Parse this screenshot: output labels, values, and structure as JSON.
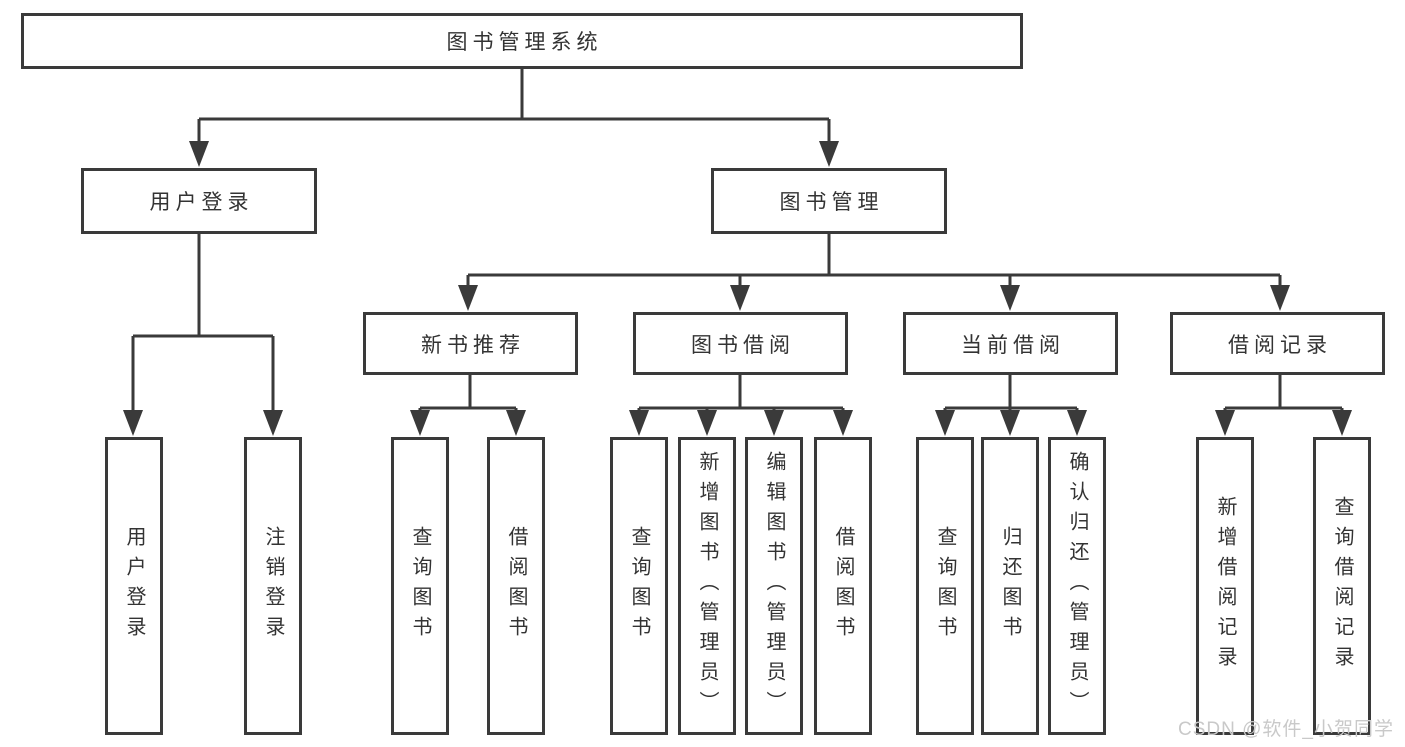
{
  "diagram": {
    "title": "图书管理系统",
    "nodes": {
      "root": "图书管理系统",
      "user_login": "用户登录",
      "book_management": "图书管理",
      "modules": [
        "新书推荐",
        "图书借阅",
        "当前借阅",
        "借阅记录"
      ]
    },
    "leaves": {
      "user": [
        "用户登录",
        "注销登录"
      ],
      "recommend": [
        "查询图书",
        "借阅图书"
      ],
      "borrow": [
        "查询图书",
        "新增图书（管理员）",
        "编辑图书（管理员）",
        "借阅图书"
      ],
      "current": [
        "查询图书",
        "归还图书",
        "确认归还（管理员）"
      ],
      "record": [
        "新增借阅记录",
        "查询借阅记录"
      ]
    },
    "colors": {
      "line": "#3a3a3a",
      "text": "#333333",
      "background": "#ffffff",
      "watermark_text": "#c9c9c9"
    },
    "watermark": "CSDN @软件_小贺同学"
  }
}
